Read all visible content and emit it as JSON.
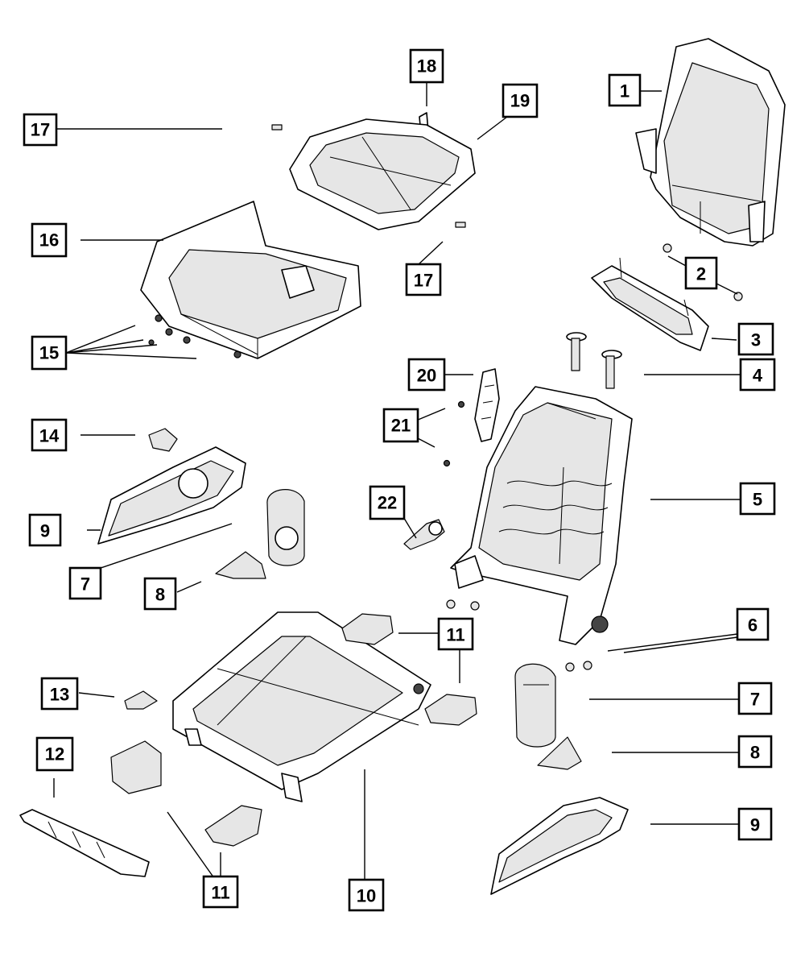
{
  "callouts": [
    {
      "id": "c1",
      "label": "1"
    },
    {
      "id": "c2",
      "label": "2"
    },
    {
      "id": "c3",
      "label": "3"
    },
    {
      "id": "c4",
      "label": "4"
    },
    {
      "id": "c5",
      "label": "5"
    },
    {
      "id": "c6",
      "label": "6"
    },
    {
      "id": "c7r",
      "label": "7"
    },
    {
      "id": "c7l",
      "label": "7"
    },
    {
      "id": "c8r",
      "label": "8"
    },
    {
      "id": "c8l",
      "label": "8"
    },
    {
      "id": "c9r",
      "label": "9"
    },
    {
      "id": "c9l",
      "label": "9"
    },
    {
      "id": "c10",
      "label": "10"
    },
    {
      "id": "c11t",
      "label": "11"
    },
    {
      "id": "c11b",
      "label": "11"
    },
    {
      "id": "c12",
      "label": "12"
    },
    {
      "id": "c13",
      "label": "13"
    },
    {
      "id": "c14",
      "label": "14"
    },
    {
      "id": "c15",
      "label": "15"
    },
    {
      "id": "c16",
      "label": "16"
    },
    {
      "id": "c17l",
      "label": "17"
    },
    {
      "id": "c17r",
      "label": "17"
    },
    {
      "id": "c18",
      "label": "18"
    },
    {
      "id": "c19",
      "label": "19"
    },
    {
      "id": "c20",
      "label": "20"
    },
    {
      "id": "c21",
      "label": "21"
    },
    {
      "id": "c22",
      "label": "22"
    }
  ],
  "colors": {
    "line": "#000000",
    "background": "#ffffff",
    "shade": "#e6e6e6"
  }
}
